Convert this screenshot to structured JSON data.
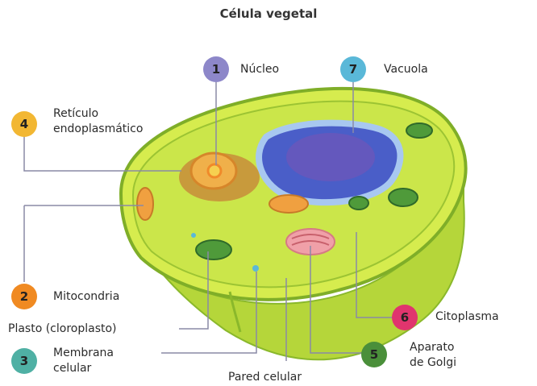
{
  "title": "Célula vegetal",
  "colors": {
    "cell_body": "#c9e64a",
    "cell_edge": "#7fae28",
    "vacuole": "#5a4bb5",
    "nucleus": "#e8a83a",
    "golgi": "#f0a0a8",
    "chloroplast": "#4f9a3a",
    "leader_line": "#8a8aa6"
  },
  "labels": [
    {
      "num": "1",
      "text": "Núcleo",
      "color": "#8d87c9"
    },
    {
      "num": "7",
      "text": "Vacuola",
      "color": "#5ab8d8"
    },
    {
      "num": "4",
      "text_line1": "Retículo",
      "text_line2": "endoplasmático",
      "color": "#f2b733"
    },
    {
      "num": "2",
      "text": "Mitocondria",
      "color": "#f08a22"
    },
    {
      "text": "Plasto (cloroplasto)"
    },
    {
      "num": "3",
      "text_line1": "Membrana",
      "text_line2": "celular",
      "color": "#4fb0a4"
    },
    {
      "text": "Pared celular"
    },
    {
      "num": "5",
      "text_line1": "Aparato",
      "text_line2": "de Golgi",
      "color": "#4a8f3a"
    },
    {
      "num": "6",
      "text": "Citoplasma",
      "color": "#e0356e"
    }
  ]
}
